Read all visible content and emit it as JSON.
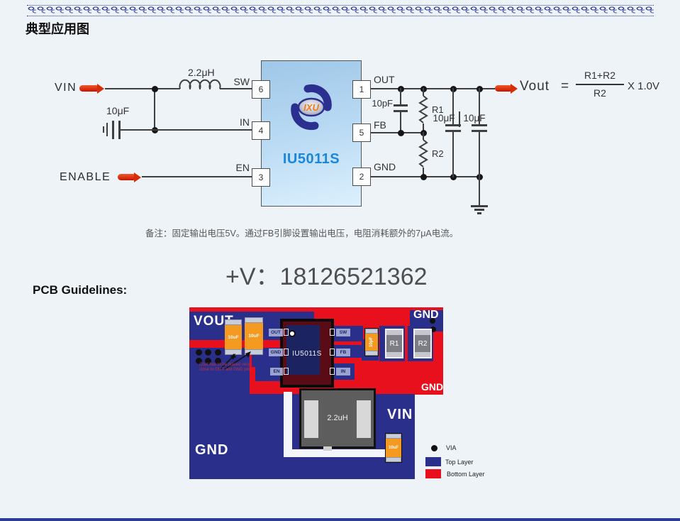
{
  "header": {
    "title": "典型应用图"
  },
  "schematic": {
    "vin_label": "VIN",
    "enable_label": "ENABLE",
    "inductor_value": "2.2μH",
    "input_cap_value": "10μF",
    "feedforward_cap_value": "10pF",
    "r1_label": "R1",
    "r2_label": "R2",
    "output_cap1_value": "10μF",
    "output_cap2_value": "10μF",
    "ic": {
      "name": "IU5011S",
      "logo_text": "IXU"
    },
    "pins": {
      "sw": {
        "label": "SW",
        "number": "6"
      },
      "in": {
        "label": "IN",
        "number": "4"
      },
      "en": {
        "label": "EN",
        "number": "3"
      },
      "out": {
        "label": "OUT",
        "number": "1"
      },
      "fb": {
        "label": "FB",
        "number": "5"
      },
      "gnd": {
        "label": "GND",
        "number": "2"
      }
    },
    "formula": {
      "lhs": "Vout",
      "equals": "=",
      "numerator": "R1+R2",
      "denominator": "R2",
      "multiplier": "X 1.0V"
    },
    "note": "备注：固定输出电压5V。通过FB引脚设置输出电压，电阻消耗额外的7μA电流。"
  },
  "watermark": {
    "contact": "+V：18126521362"
  },
  "pcb_section": {
    "heading": "PCB Guidelines:",
    "labels": {
      "vout": "VOUT",
      "gnd_top_right": "GND",
      "gnd_right": "GND",
      "gnd_bottom_left": "GND",
      "vin": "VIN"
    },
    "ic_name": "IU5011S",
    "inductor_value": "2.2uH",
    "output_cap1": "10uF",
    "output_cap2": "10uF",
    "input_cap": "10uF",
    "feedforward_cap": "10pF",
    "r1": "R1",
    "r2": "R2",
    "pads_left": [
      "OUT",
      "GND",
      "EN"
    ],
    "pads_right": [
      "SW",
      "FB",
      "IN"
    ],
    "annotation": {
      "line1": "Cout has to be placed very",
      "line2": "close to OUT and GND pins"
    },
    "legend": {
      "via": "VIA",
      "top_layer": "Top Layer",
      "bottom_layer": "Bottom Layer"
    }
  },
  "colors": {
    "top_layer_blue": "#2a2f8c",
    "bottom_layer_red": "#e8101c",
    "ic_name_blue": "#1b87d9",
    "arrow_red": "#e03010",
    "component_orange": "#f49a20"
  }
}
